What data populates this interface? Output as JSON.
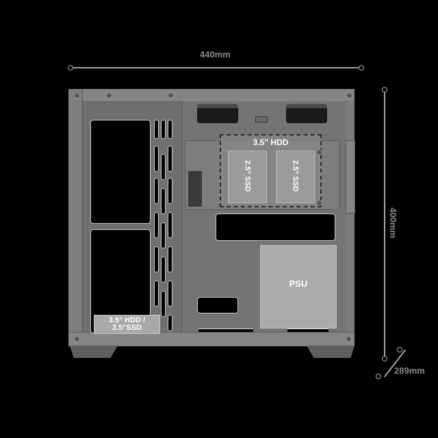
{
  "dimensions": {
    "width_label": "440mm",
    "height_label": "400mm",
    "depth_label": "289mm"
  },
  "mounts": {
    "hdd_top_label": "3.5\" HDD",
    "ssd_left_label": "2.5\" SSD",
    "ssd_right_label": "2.5\" SSD",
    "psu_label": "PSU",
    "bottom_bay_line1": "3.5\" HDD /",
    "bottom_bay_line2": "2.5\"SSD"
  },
  "colors": {
    "background": "#000000",
    "chassis": "#7b7b7b",
    "dimension_line": "#a8a8a8",
    "label_box": "#a9a9a9"
  }
}
